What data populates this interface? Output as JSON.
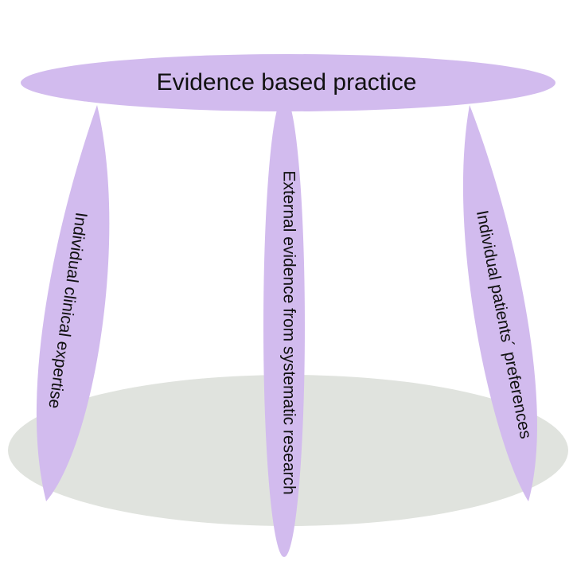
{
  "diagram": {
    "title": "Evidence based practice",
    "pillars": [
      {
        "label": "Individual clinical expertise"
      },
      {
        "label": "External evidence from systematic research"
      },
      {
        "label": "Individual patients´ preferences"
      }
    ]
  },
  "colors": {
    "pillar_fill": "#d2bbee",
    "pillar_stroke": "#bfa6e2",
    "floor_fill": "#e0e3de",
    "text": "#111111"
  }
}
